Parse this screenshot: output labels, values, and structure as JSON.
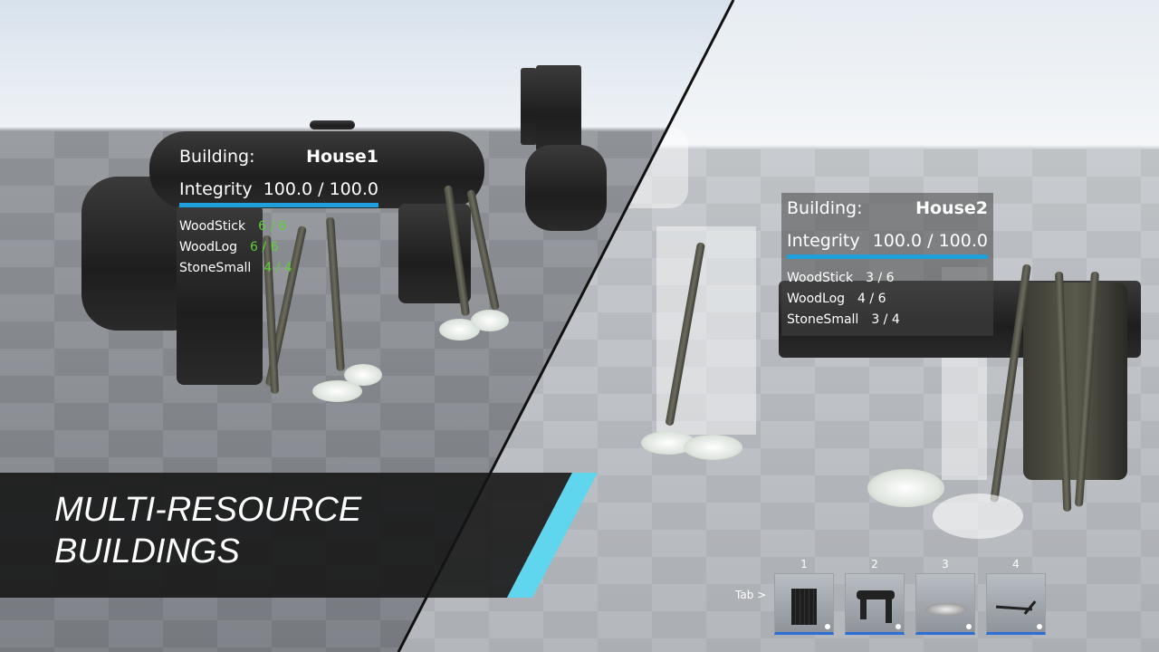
{
  "title": {
    "line1": "MULTI-RESOURCE",
    "line2": "BUILDINGS"
  },
  "colors": {
    "integrity_bar": "#1ea0dc",
    "resource_complete": "#5fcf3a",
    "accent_strip": "#5fd6ee",
    "slot_underline": "#2e6fd6"
  },
  "left_panel": {
    "building_label": "Building:",
    "building_name": "House1",
    "integrity_label": "Integrity",
    "integrity_value": "100.0 / 100.0",
    "integrity_fraction": 1.0,
    "resources": [
      {
        "name": "WoodStick",
        "value": "6 / 6"
      },
      {
        "name": "WoodLog",
        "value": "6 / 6"
      },
      {
        "name": "StoneSmall",
        "value": "4 / 4"
      }
    ]
  },
  "right_panel": {
    "building_label": "Building:",
    "building_name": "House2",
    "integrity_label": "Integrity",
    "integrity_value": "100.0 / 100.0",
    "integrity_fraction": 1.0,
    "resources": [
      {
        "name": "WoodStick",
        "value": "3 / 6"
      },
      {
        "name": "WoodLog",
        "value": "4 / 6"
      },
      {
        "name": "StoneSmall",
        "value": "3 / 4"
      }
    ]
  },
  "hotbar": {
    "tab_hint": "Tab >",
    "slots": [
      {
        "key": "1",
        "icon": "palisade-icon"
      },
      {
        "key": "2",
        "icon": "house-icon"
      },
      {
        "key": "3",
        "icon": "stone-pile-icon"
      },
      {
        "key": "4",
        "icon": "lean-to-icon"
      }
    ]
  }
}
